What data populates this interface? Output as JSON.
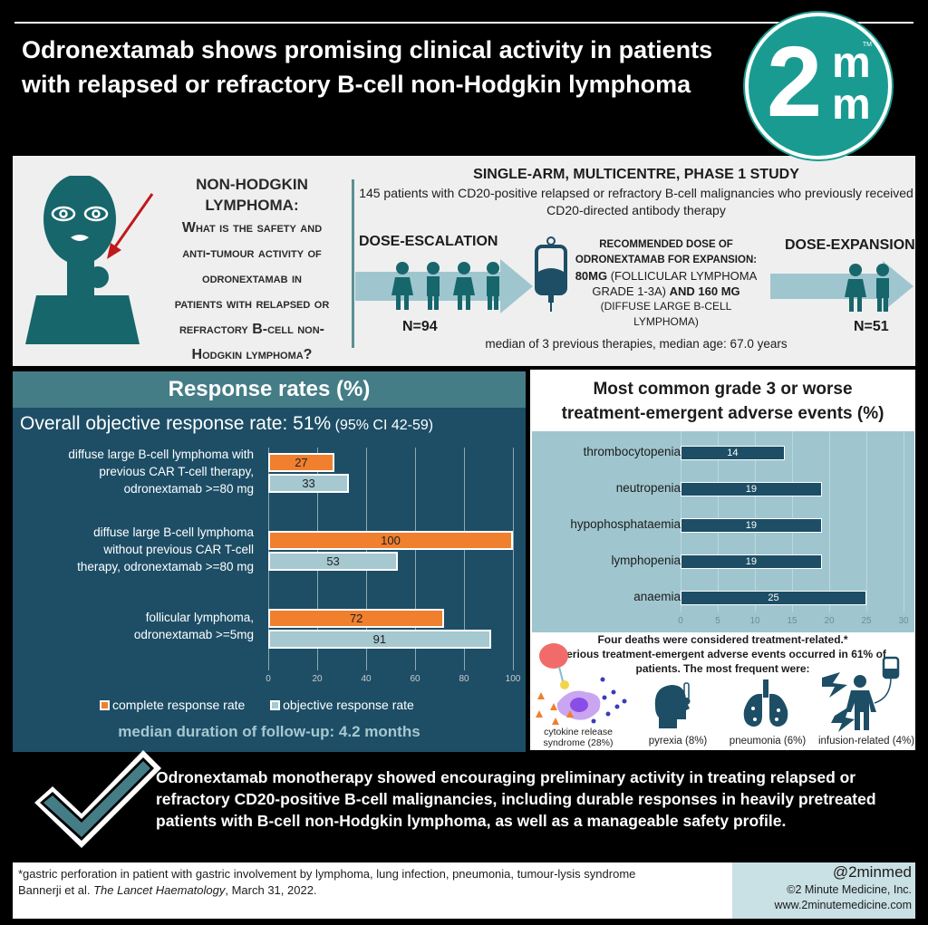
{
  "header": {
    "title": "Odronextamab shows promising clinical activity in patients with relapsed or refractory B-cell non-Hodgkin lymphoma",
    "logo": {
      "big": "2",
      "top": "m",
      "bottom": "m",
      "tm": "TM"
    }
  },
  "question": {
    "heading_line1": "NON-HODGKIN",
    "heading_line2": "LYMPHOMA:",
    "lines": [
      "What is the safety and",
      "anti-tumour activity of",
      "odronextamab in",
      "patients with relapsed or",
      "refractory B-cell non-",
      "Hodgkin lymphoma?"
    ]
  },
  "study": {
    "title": "SINGLE-ARM, MULTICENTRE, PHASE 1 STUDY",
    "description": "145 patients with CD20-positive relapsed or refractory B-cell malignancies who previously received CD20-directed antibody therapy",
    "escalation_label": "DOSE-ESCALATION",
    "escalation_n": "N=94",
    "expansion_label": "DOSE-EXPANSION",
    "expansion_n": "N=51",
    "rec_line1": "RECOMMENDED DOSE OF",
    "rec_line2": "ODRONEXTAMAB FOR EXPANSION:",
    "rec_dose1": "80MG",
    "rec_dose1_desc": " (FOLLICULAR LYMPHOMA GRADE 1-3A) ",
    "rec_and": "AND 160 MG",
    "rec_dose2_desc": "(DIFFUSE LARGE B-CELL LYMPHOMA)",
    "median": "median of 3 previous therapies, median age: 67.0 years"
  },
  "response": {
    "header": "Response rates (%)",
    "orr_main": "Overall objective response rate: 51%",
    "orr_ci": " (95% CI 42-59)",
    "legend_cr": "complete response rate",
    "legend_or": "objective response rate",
    "follow_up": "median duration of follow-up: 4.2 months"
  },
  "adverse": {
    "title_line1": "Most common grade 3 or worse",
    "title_line2": "treatment-emergent adverse events (%)",
    "note1": "Four deaths were considered treatment-related.*",
    "note2": "Serious treatment-emergent adverse events occurred in 61% of patients. The most frequent were:",
    "serious": [
      {
        "label_line1": "cytokine release",
        "label_line2": "syndrome (28%)",
        "icon": "cytokine-icon"
      },
      {
        "label_line1": "pyrexia (8%)",
        "icon": "fever-head-icon"
      },
      {
        "label_line1": "pneumonia (6%)",
        "icon": "lungs-icon"
      },
      {
        "label_line1": "infusion-related (4%)",
        "icon": "infusion-person-icon"
      }
    ]
  },
  "conclusion": "Odronextamab monotherapy showed encouraging preliminary activity in treating relapsed or refractory CD20-positive B-cell malignancies, including durable responses in heavily pretreated patients with B-cell non-Hodgkin lymphoma, as well as a manageable safety profile.",
  "footer": {
    "footnote": "*gastric perforation in patient with gastric involvement by lymphoma, lung infection, pneumonia, tumour-lysis syndrome",
    "citation_authors": "Bannerji et al. ",
    "citation_journal": "The Lancet Haematology",
    "citation_date": ", March 31, 2022.",
    "handle": "@2minmed",
    "copyright": "©2 Minute Medicine, Inc.",
    "website": "www.2minutemedicine.com"
  },
  "colors": {
    "teal_logo": "#1a9b91",
    "navy": "#1d4e66",
    "header_teal": "#457d87",
    "orange": "#f07f2e",
    "light_blue": "#a6c8d0",
    "ae_bg": "#9fc6cf",
    "figure_teal": "#17666b"
  },
  "chart_data": [
    {
      "type": "bar",
      "orientation": "horizontal",
      "title": "Response rates (%)",
      "subtitle": "Overall objective response rate: 51% (95% CI 42-59)",
      "categories": [
        "diffuse large B-cell lymphoma with previous CAR T-cell therapy, odronextamab >=80 mg",
        "diffuse large B-cell lymphoma without previous CAR T-cell therapy, odronextamab >=80 mg",
        "follicular lymphoma, odronextamab >=5mg"
      ],
      "series": [
        {
          "name": "complete response rate",
          "color": "#f07f2e",
          "values": [
            27,
            100,
            72
          ]
        },
        {
          "name": "objective response rate",
          "color": "#a6c8d0",
          "values": [
            33,
            53,
            91
          ]
        }
      ],
      "xticks": [
        0,
        20,
        40,
        60,
        80,
        100,
        120
      ],
      "xlim": [
        0,
        120
      ],
      "grid": true,
      "legend_position": "bottom",
      "annotation": "median duration of follow-up: 4.2 months"
    },
    {
      "type": "bar",
      "orientation": "horizontal",
      "title": "Most common grade 3 or worse treatment-emergent adverse events (%)",
      "categories": [
        "thrombocytopenia",
        "neutropenia",
        "hypophosphataemia",
        "lymphopenia",
        "anaemia"
      ],
      "series": [
        {
          "name": "grade >=3 TEAE",
          "color": "#1d4e66",
          "values": [
            14,
            19,
            19,
            19,
            25
          ]
        }
      ],
      "xticks": [
        0,
        5,
        10,
        15,
        20,
        25,
        30
      ],
      "xlim": [
        0,
        30
      ],
      "grid": true
    }
  ]
}
